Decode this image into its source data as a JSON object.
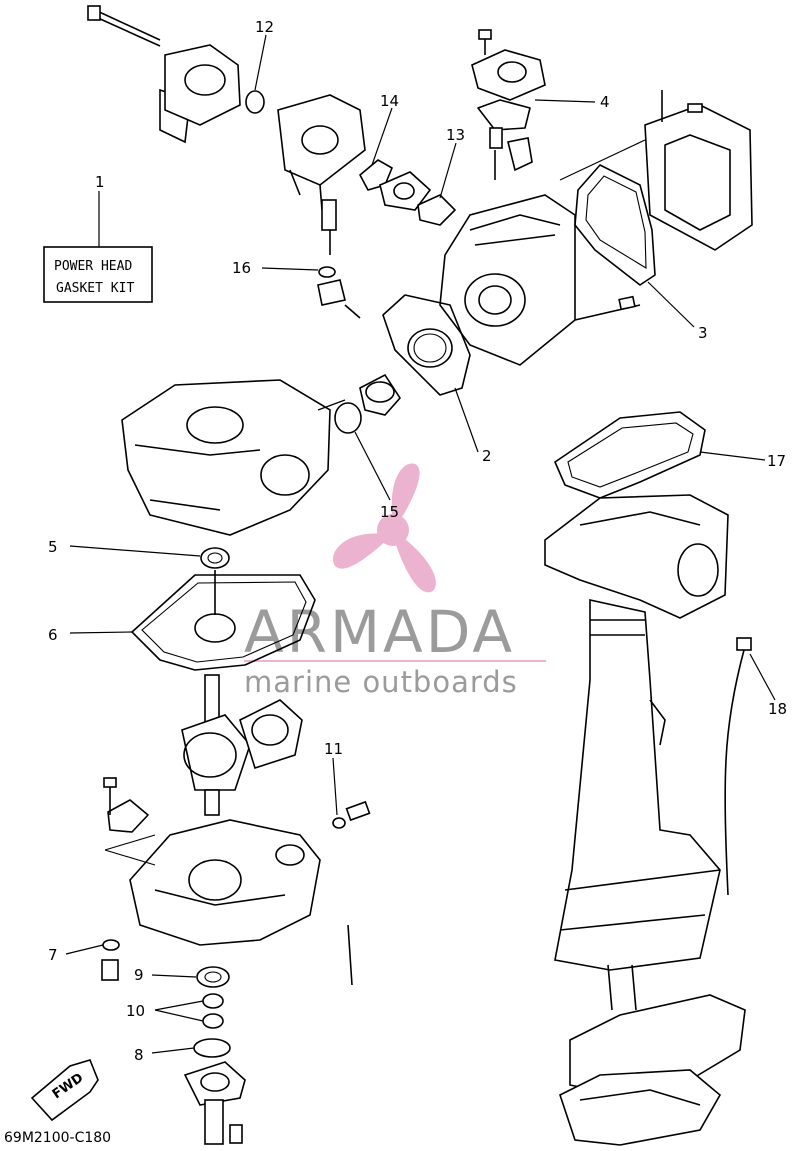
{
  "kit_box": {
    "line1": "POWER HEAD",
    "line2": "GASKET KIT"
  },
  "brand": {
    "name": "ARMADA",
    "tagline": "marine outboards",
    "logo_color": "#e8a6c8",
    "text_color": "#8a8a8a"
  },
  "diagram_code": "69M2100-C180",
  "fwd_label": "FWD",
  "callouts": [
    "1",
    "2",
    "3",
    "4",
    "5",
    "6",
    "7",
    "8",
    "9",
    "10",
    "11",
    "12",
    "13",
    "14",
    "15",
    "16",
    "17",
    "18"
  ]
}
